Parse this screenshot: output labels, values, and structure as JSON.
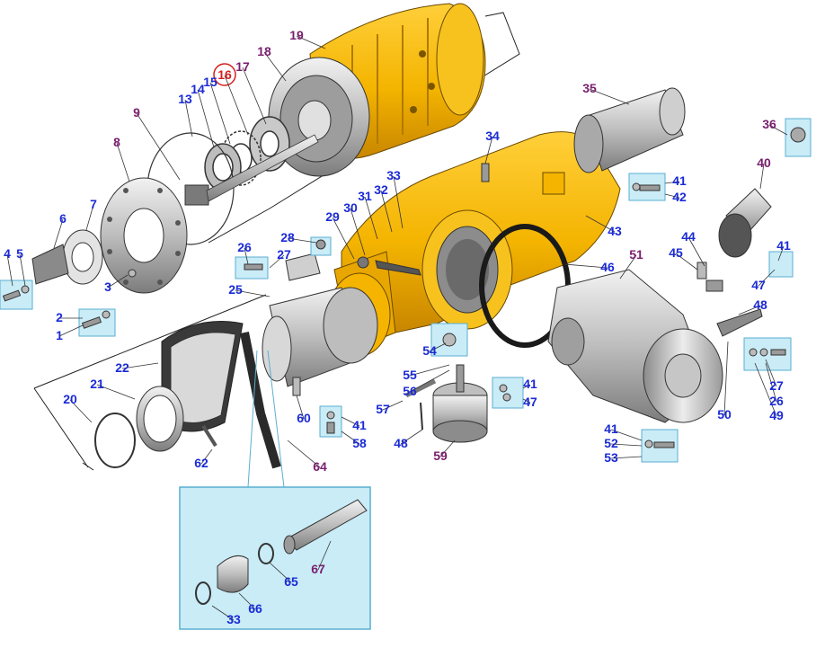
{
  "colors": {
    "assembly_label": "#7a1f6e",
    "fastener_label": "#1b2bd6",
    "highlight_ring": "#d32020",
    "housing_yellow": "#f4b400",
    "housing_shade": "#d18f00",
    "metal_light": "#d7d7d7",
    "metal_dark": "#8c8c8c",
    "callout_box": "#c9ecf7",
    "callout_border": "#5aaed0"
  },
  "highlighted_part": "16",
  "labels": [
    {
      "id": "l1",
      "text": "1",
      "kind": "fastener"
    },
    {
      "id": "l2",
      "text": "2",
      "kind": "fastener"
    },
    {
      "id": "l3",
      "text": "3",
      "kind": "fastener"
    },
    {
      "id": "l4",
      "text": "4",
      "kind": "fastener"
    },
    {
      "id": "l5",
      "text": "5",
      "kind": "fastener"
    },
    {
      "id": "l6",
      "text": "6",
      "kind": "fastener"
    },
    {
      "id": "l7",
      "text": "7",
      "kind": "fastener"
    },
    {
      "id": "l8",
      "text": "8",
      "kind": "assembly"
    },
    {
      "id": "l9",
      "text": "9",
      "kind": "assembly"
    },
    {
      "id": "l13",
      "text": "13",
      "kind": "fastener"
    },
    {
      "id": "l14",
      "text": "14",
      "kind": "fastener"
    },
    {
      "id": "l15",
      "text": "15",
      "kind": "fastener"
    },
    {
      "id": "l16",
      "text": "16",
      "kind": "highlight"
    },
    {
      "id": "l17",
      "text": "17",
      "kind": "assembly"
    },
    {
      "id": "l18",
      "text": "18",
      "kind": "assembly"
    },
    {
      "id": "l19",
      "text": "19",
      "kind": "assembly"
    },
    {
      "id": "l20",
      "text": "20",
      "kind": "fastener"
    },
    {
      "id": "l21",
      "text": "21",
      "kind": "fastener"
    },
    {
      "id": "l22",
      "text": "22",
      "kind": "fastener"
    },
    {
      "id": "l25",
      "text": "25",
      "kind": "fastener"
    },
    {
      "id": "l26a",
      "text": "26",
      "kind": "fastener"
    },
    {
      "id": "l27a",
      "text": "27",
      "kind": "fastener"
    },
    {
      "id": "l28",
      "text": "28",
      "kind": "fastener"
    },
    {
      "id": "l29",
      "text": "29",
      "kind": "fastener"
    },
    {
      "id": "l30",
      "text": "30",
      "kind": "fastener"
    },
    {
      "id": "l31",
      "text": "31",
      "kind": "fastener"
    },
    {
      "id": "l32",
      "text": "32",
      "kind": "fastener"
    },
    {
      "id": "l33a",
      "text": "33",
      "kind": "fastener"
    },
    {
      "id": "l34",
      "text": "34",
      "kind": "fastener"
    },
    {
      "id": "l35",
      "text": "35",
      "kind": "assembly"
    },
    {
      "id": "l36",
      "text": "36",
      "kind": "assembly"
    },
    {
      "id": "l40",
      "text": "40",
      "kind": "assembly"
    },
    {
      "id": "l41a",
      "text": "41",
      "kind": "fastener"
    },
    {
      "id": "l42",
      "text": "42",
      "kind": "fastener"
    },
    {
      "id": "l43",
      "text": "43",
      "kind": "fastener"
    },
    {
      "id": "l41b",
      "text": "41",
      "kind": "fastener"
    },
    {
      "id": "l44",
      "text": "44",
      "kind": "fastener"
    },
    {
      "id": "l45",
      "text": "45",
      "kind": "fastener"
    },
    {
      "id": "l46",
      "text": "46",
      "kind": "fastener"
    },
    {
      "id": "l47a",
      "text": "47",
      "kind": "fastener"
    },
    {
      "id": "l48a",
      "text": "48",
      "kind": "fastener"
    },
    {
      "id": "l51",
      "text": "51",
      "kind": "assembly"
    },
    {
      "id": "l27b",
      "text": "27",
      "kind": "fastener"
    },
    {
      "id": "l26b",
      "text": "26",
      "kind": "fastener"
    },
    {
      "id": "l49",
      "text": "49",
      "kind": "fastener"
    },
    {
      "id": "l50",
      "text": "50",
      "kind": "fastener"
    },
    {
      "id": "l54",
      "text": "54",
      "kind": "fastener"
    },
    {
      "id": "l55",
      "text": "55",
      "kind": "fastener"
    },
    {
      "id": "l56",
      "text": "56",
      "kind": "fastener"
    },
    {
      "id": "l57",
      "text": "57",
      "kind": "fastener"
    },
    {
      "id": "l41c",
      "text": "41",
      "kind": "fastener"
    },
    {
      "id": "l47b",
      "text": "47",
      "kind": "fastener"
    },
    {
      "id": "l48b",
      "text": "48",
      "kind": "fastener"
    },
    {
      "id": "l59",
      "text": "59",
      "kind": "assembly"
    },
    {
      "id": "l41d",
      "text": "41",
      "kind": "fastener"
    },
    {
      "id": "l52",
      "text": "52",
      "kind": "fastener"
    },
    {
      "id": "l53",
      "text": "53",
      "kind": "fastener"
    },
    {
      "id": "l60",
      "text": "60",
      "kind": "fastener"
    },
    {
      "id": "l41e",
      "text": "41",
      "kind": "fastener"
    },
    {
      "id": "l58",
      "text": "58",
      "kind": "fastener"
    },
    {
      "id": "l62",
      "text": "62",
      "kind": "fastener"
    },
    {
      "id": "l64",
      "text": "64",
      "kind": "assembly"
    },
    {
      "id": "l65",
      "text": "65",
      "kind": "fastener"
    },
    {
      "id": "l66",
      "text": "66",
      "kind": "fastener"
    },
    {
      "id": "l67",
      "text": "67",
      "kind": "assembly"
    },
    {
      "id": "l33b",
      "text": "33",
      "kind": "fastener"
    }
  ]
}
